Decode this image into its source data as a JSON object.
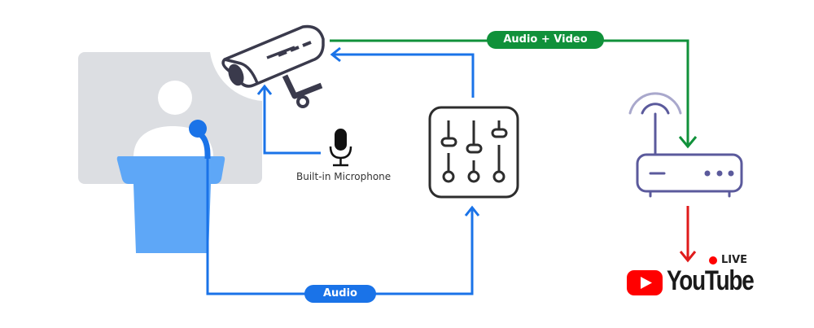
{
  "diagram": {
    "title": "Live streaming setup",
    "nodes": {
      "speaker": {
        "label": "Speaker at podium"
      },
      "camera": {
        "label": "Camera"
      },
      "microphone": {
        "label": "Built-in Microphone"
      },
      "mixer": {
        "label": "Audio mixer"
      },
      "router": {
        "label": "Router"
      },
      "youtube": {
        "wordmark": "YouTube",
        "live_badge": "LIVE"
      }
    },
    "edges": [
      {
        "from": "camera",
        "to": "router",
        "label": "Audio + Video",
        "color": "#10913a"
      },
      {
        "from": "speaker-microphone",
        "to": "mixer",
        "label": "Audio",
        "color": "#1a73e8"
      },
      {
        "from": "mixer",
        "to": "camera",
        "label": "",
        "color": "#1a73e8"
      },
      {
        "from": "microphone",
        "to": "camera",
        "label": "",
        "color": "#1a73e8"
      },
      {
        "from": "router",
        "to": "youtube",
        "label": "",
        "color": "#e01b1b"
      }
    ],
    "colors": {
      "green": "#10913a",
      "blue": "#1a73e8",
      "red": "#e01b1b",
      "router_purple": "#5b5a9c",
      "podium": "#5ea7f7",
      "background_card": "#dcdee2",
      "youtube_red": "#ff0000"
    }
  }
}
